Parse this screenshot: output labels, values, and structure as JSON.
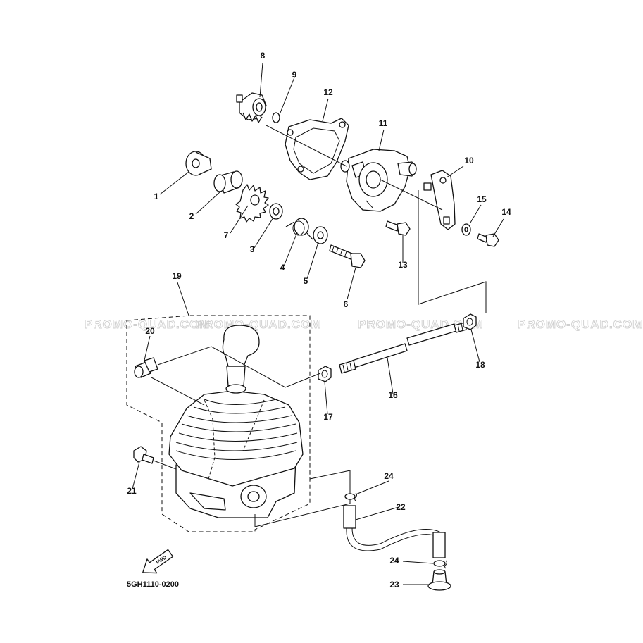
{
  "diagram": {
    "watermarks": [
      "PROMO-QUAD.COM",
      "PROMO-QUAD.COM",
      "PROMO-QUAD.COM",
      "PROMO-QUAD.COM"
    ],
    "part_code": "5GH1110-0200",
    "fwd_label": "FWD",
    "callouts": [
      "1",
      "2",
      "3",
      "4",
      "5",
      "6",
      "7",
      "8",
      "9",
      "10",
      "11",
      "12",
      "13",
      "14",
      "15",
      "16",
      "17",
      "18",
      "19",
      "20",
      "21",
      "22",
      "23",
      "24",
      "24"
    ]
  }
}
